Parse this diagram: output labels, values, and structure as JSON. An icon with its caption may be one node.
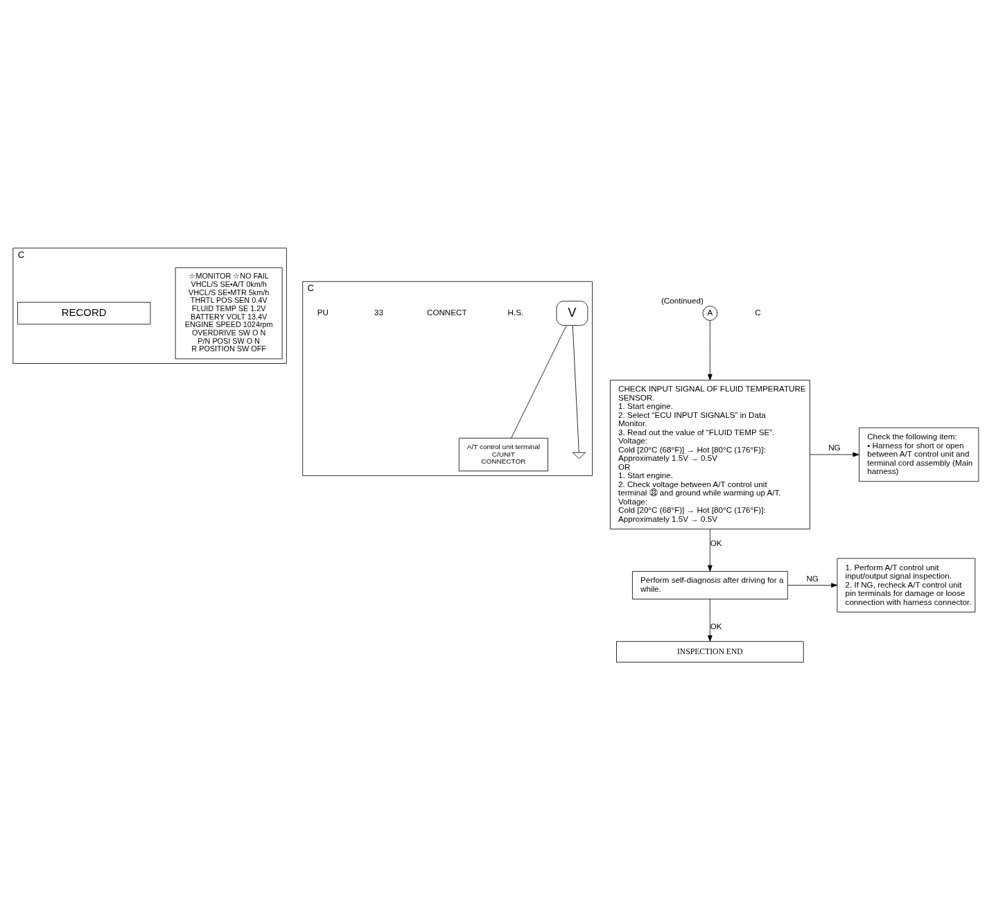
{
  "diagram": {
    "nodes": [
      {
        "text": [
          "C"
        ]
      },
      {
        "text": [
          "☆MONITOR ☆NO FAIL",
          "VHCL/S SE•A/T 0km/h",
          "VHCL/S SE•MTR 5km/h",
          "THRTL POS SEN 0.4V",
          "FLUID TEMP SE 1.2V",
          "BATTERY VOLT 13.4V",
          "ENGINE SPEED 1024rpm",
          "OVERDRIVE SW O N",
          "P/N POSI SW O N",
          "R POSITION SW OFF"
        ],
        "in": 0
      },
      {
        "text": [
          "RECORD"
        ],
        "in": 0
      },
      {
        "text": [
          "C"
        ]
      },
      {
        "text": [
          "A/T control unit terminal",
          "C/UNIT",
          "CONNECTOR"
        ],
        "in": 3
      },
      {
        "text": [
          "V"
        ],
        "in": 3
      },
      {
        "text": [],
        "shape": "ground",
        "in": 3
      },
      {
        "text": [
          "A"
        ],
        "beside": [
          "(Continued)"
        ]
      },
      {
        "text": [
          "CHECK INPUT SIGNAL OF FLUID TEMPERATURE SENSOR.",
          "1. Start engine.",
          "2. Select “ECU INPUT SIGNALS” in Data Monitor.",
          "3. Read out the value of “FLUID TEMP SE”.",
          "Voltage:",
          "Cold [20°C (68°F)] → Hot [80°C (176°F)]:",
          "Approximately 1.5V → 0.5V",
          "OR",
          "1. Start engine.",
          "2. Check voltage between A/T control unit terminal ㉝ and ground while warming up A/T.",
          "Voltage:",
          "Cold [20°C (68°F)] → Hot [80°C (176°F)]:",
          "Approximately 1.5V → 0.5V"
        ]
      },
      {
        "text": [
          "Check the following item:",
          "• Harness for short or open between A/T control unit and terminal cord assembly (Main harness)"
        ]
      },
      {
        "text": [
          "Perform self-diagnosis after driving for a while."
        ]
      },
      {
        "text": [
          "1. Perform A/T control unit input/output signal inspection.",
          "2. If NG, recheck A/T control unit pin terminals for damage or loose connection with harness connector."
        ]
      },
      {
        "text": [
          "INSPECTION END"
        ]
      }
    ],
    "edges": [
      {
        "from": 5,
        "to": 4,
        "arrow": "none"
      },
      {
        "from": 5,
        "to": 6,
        "arrow": "none"
      },
      {
        "from": 7,
        "to": 8,
        "arrow": "to"
      },
      {
        "from": 8,
        "to": 9,
        "label": "NG",
        "arrow": "to"
      },
      {
        "from": 8,
        "to": 10,
        "label": "OK",
        "arrow": "to"
      },
      {
        "from": 10,
        "to": 11,
        "label": "NG",
        "arrow": "to"
      },
      {
        "from": 10,
        "to": 12,
        "label": "OK",
        "arrow": "to"
      }
    ],
    "labels": [
      "H.S.",
      "CONNECT",
      "33",
      "PU",
      "C"
    ]
  }
}
